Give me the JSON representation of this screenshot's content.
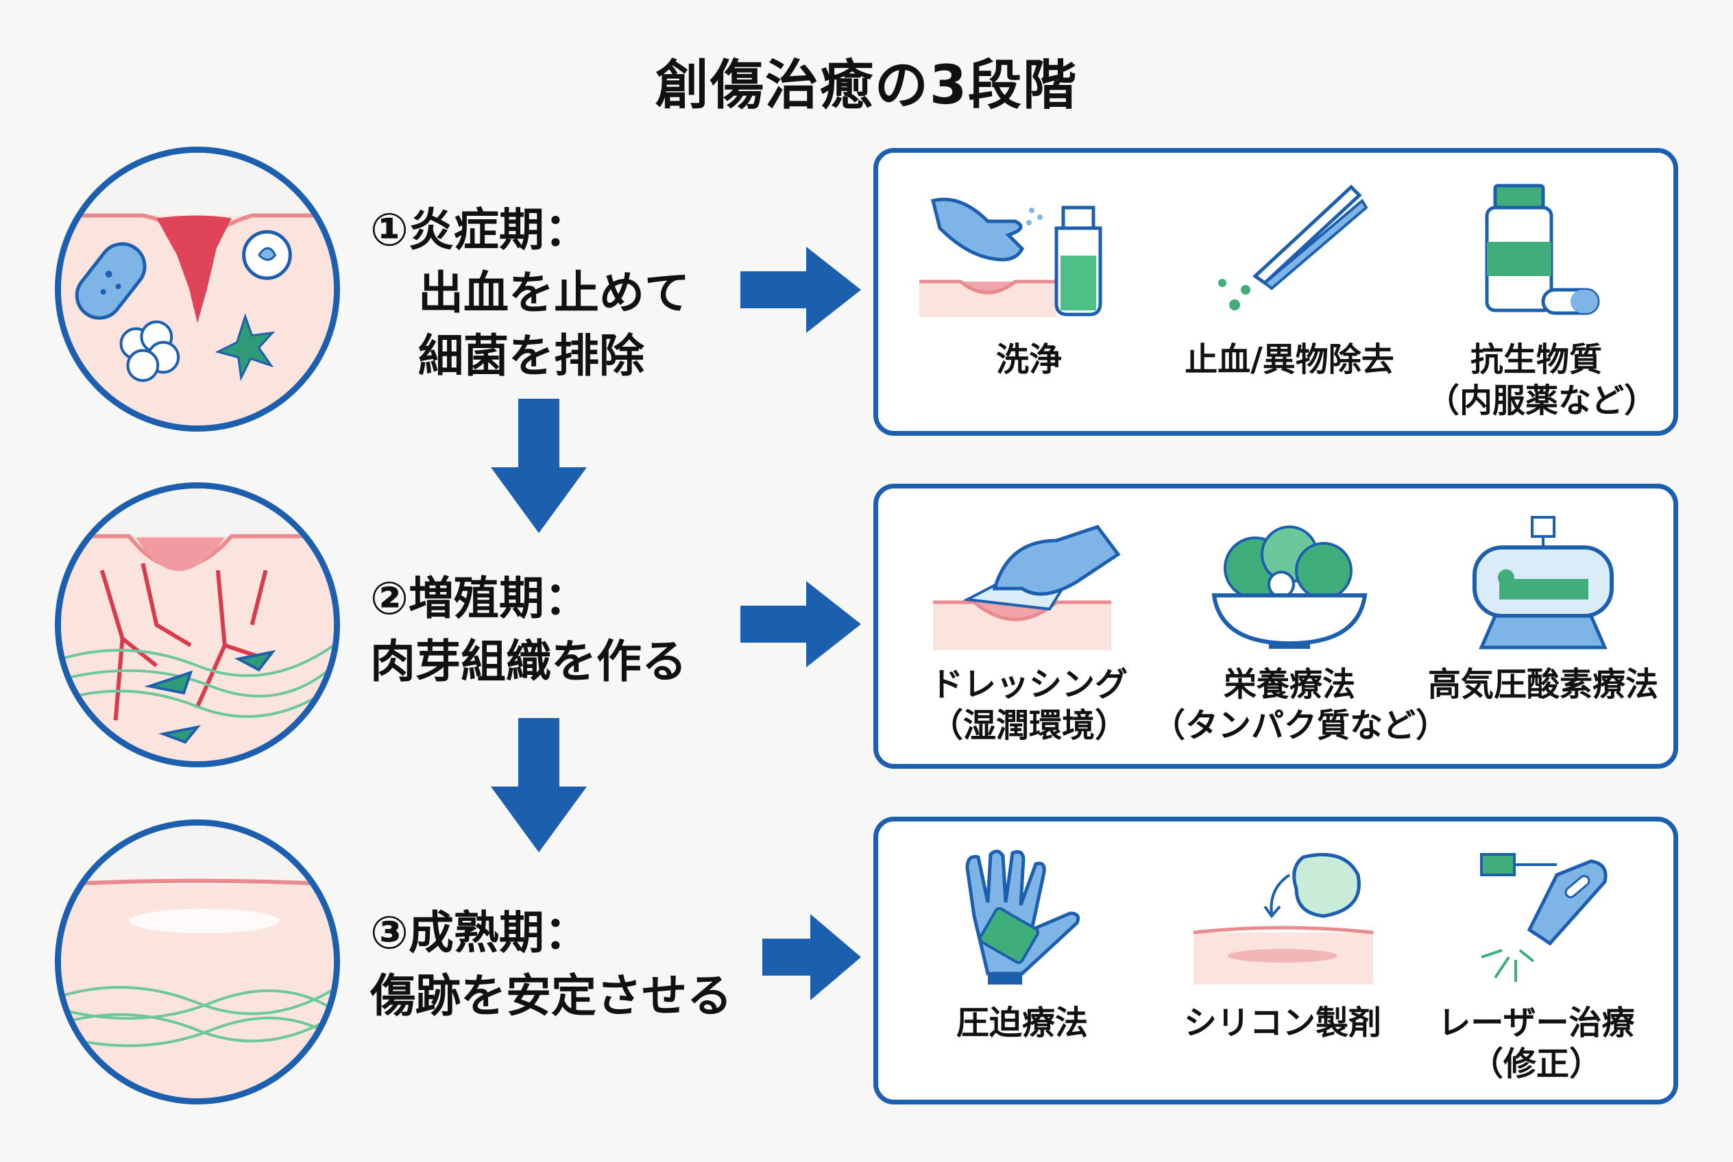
{
  "title": "創傷治癒の3段階",
  "stages": [
    {
      "lines": [
        "①炎症期：",
        "出血を止めて",
        "細菌を排除"
      ],
      "treatments": [
        {
          "label": "洗浄",
          "sub": "",
          "icon": "spray-bottle-glove-icon"
        },
        {
          "label": "止血/異物除去",
          "sub": "",
          "icon": "tweezers-icon"
        },
        {
          "label": "抗生物質",
          "sub": "（内服薬など）",
          "icon": "medicine-bottle-icon"
        }
      ]
    },
    {
      "lines": [
        "②増殖期：",
        "肉芽組織を作る"
      ],
      "treatments": [
        {
          "label": "ドレッシング",
          "sub": "（湿潤環境）",
          "icon": "dressing-hand-icon"
        },
        {
          "label": "栄養療法",
          "sub": "（タンパク質など）",
          "icon": "salad-bowl-icon"
        },
        {
          "label": "高気圧酸素療法",
          "sub": "",
          "icon": "hyperbaric-chamber-icon"
        }
      ]
    },
    {
      "lines": [
        "③成熟期：",
        "傷跡を安定させる"
      ],
      "treatments": [
        {
          "label": "圧迫療法",
          "sub": "",
          "icon": "compression-glove-icon"
        },
        {
          "label": "シリコン製剤",
          "sub": "",
          "icon": "silicone-sheet-icon"
        },
        {
          "label": "レーザー治療",
          "sub": "（修正）",
          "icon": "laser-device-icon"
        }
      ]
    }
  ],
  "colors": {
    "accent": "#1c5fae",
    "skin": "#fbe3de",
    "blood": "#e0485a",
    "green": "#3fae7a"
  }
}
